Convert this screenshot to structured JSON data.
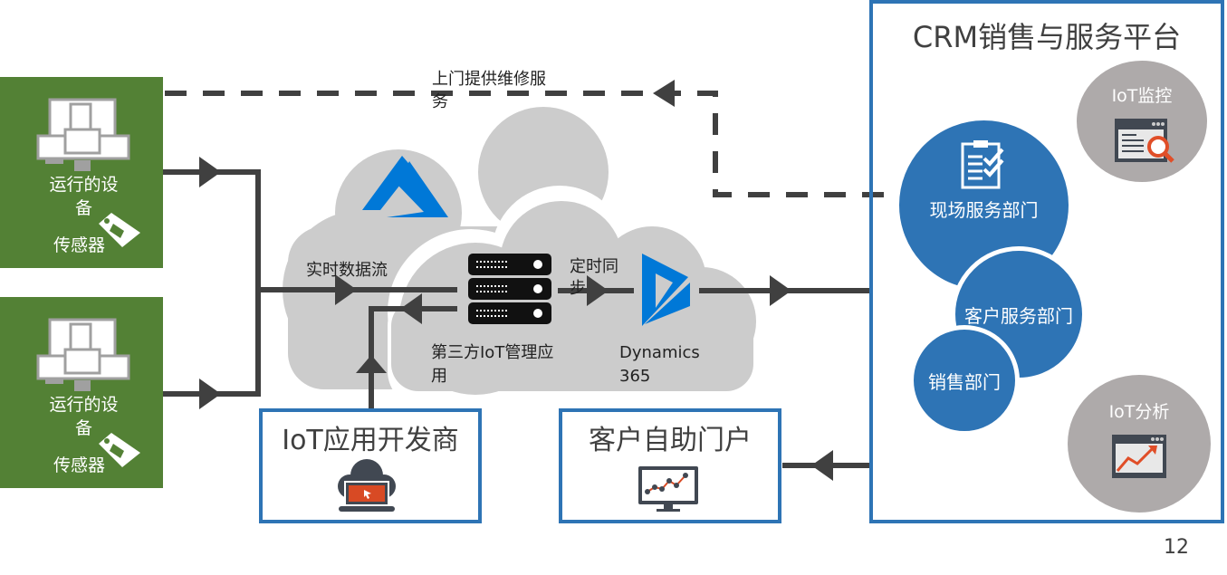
{
  "devices": [
    {
      "label_line1": "运行的设",
      "label_line2": "备",
      "sensor_label": "传感器",
      "icon": "machine-icon",
      "tag_icon": "sensor-tag-icon"
    },
    {
      "label_line1": "运行的设",
      "label_line2": "备",
      "sensor_label": "传感器",
      "icon": "machine-icon",
      "tag_icon": "sensor-tag-icon"
    }
  ],
  "flow_labels": {
    "onsite_service_line1": "上门提供维修服",
    "onsite_service_line2": "务",
    "realtime_stream": "实时数据流",
    "scheduled_sync_line1": "定时同",
    "scheduled_sync_line2": "步"
  },
  "cloud": {
    "azure_icon": "azure-logo-icon",
    "iot_app_line1": "第三方IoT管理应",
    "iot_app_line2": "用",
    "dynamics_line1": "Dynamics",
    "dynamics_line2": "365"
  },
  "developer_box": {
    "title": "IoT应用开发商",
    "icon": "cloud-laptop-icon"
  },
  "portal_box": {
    "title": "客户自助门户",
    "icon": "monitor-chart-icon"
  },
  "crm": {
    "title": "CRM销售与服务平台",
    "field_service": "现场服务部门",
    "customer_service": "客户服务部门",
    "sales": "销售部门",
    "iot_monitor": "IoT监控",
    "iot_analytics": "IoT分析"
  },
  "colors": {
    "device_green": "#538135",
    "accent_blue": "#2e74b5",
    "logo_blue": "#0078d7",
    "cloud_grey": "#cccccc",
    "circle_grey": "#aeaaaa",
    "arrow_dark": "#404040",
    "icon_orange": "#e04e28"
  },
  "page_number": "12"
}
